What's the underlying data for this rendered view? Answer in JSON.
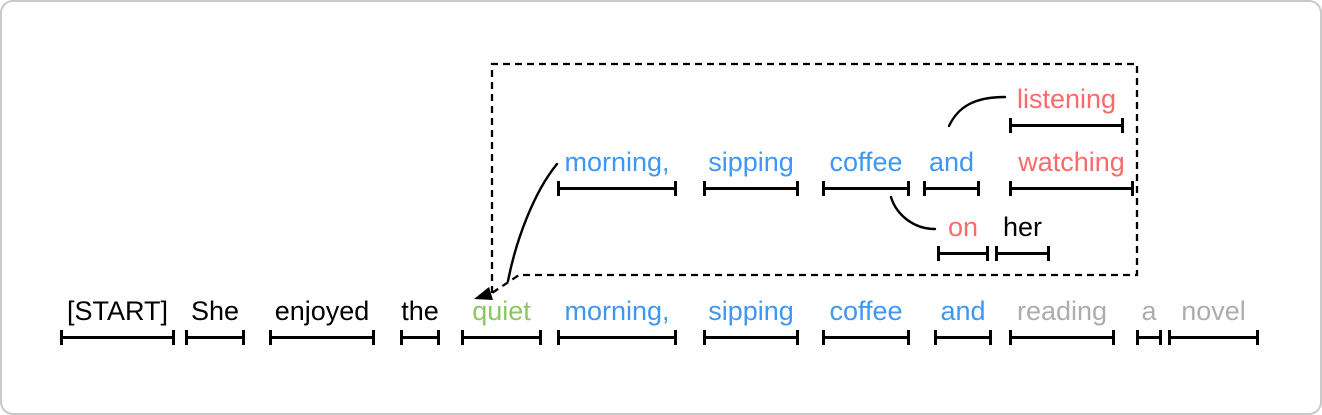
{
  "colors": {
    "prompt": "#000000",
    "accepted": "#3e97f2",
    "resampled": "#8cc765",
    "rejected": "#f96b6b",
    "discarded": "#adadad",
    "line": "#000000"
  },
  "bottom_row": {
    "tokens": [
      {
        "text": "[START]",
        "role": "prompt"
      },
      {
        "text": "She",
        "role": "prompt"
      },
      {
        "text": "enjoyed",
        "role": "prompt"
      },
      {
        "text": "the",
        "role": "prompt"
      },
      {
        "text": "quiet",
        "role": "resampled"
      },
      {
        "text": "morning,",
        "role": "accepted"
      },
      {
        "text": "sipping",
        "role": "accepted"
      },
      {
        "text": "coffee",
        "role": "accepted"
      },
      {
        "text": "and",
        "role": "accepted"
      },
      {
        "text": "reading",
        "role": "discarded"
      },
      {
        "text": "a",
        "role": "discarded"
      },
      {
        "text": "novel",
        "role": "discarded"
      }
    ]
  },
  "callout": {
    "main_row": [
      {
        "text": "morning,",
        "role": "accepted"
      },
      {
        "text": "sipping",
        "role": "accepted"
      },
      {
        "text": "coffee",
        "role": "accepted"
      },
      {
        "text": "and",
        "role": "accepted"
      },
      {
        "text": "watching",
        "role": "rejected"
      }
    ],
    "upper_branch": [
      {
        "text": "listening",
        "role": "rejected"
      }
    ],
    "lower_branch": [
      {
        "text": "on",
        "role": "rejected"
      },
      {
        "text": "her",
        "role": "prompt"
      }
    ]
  }
}
